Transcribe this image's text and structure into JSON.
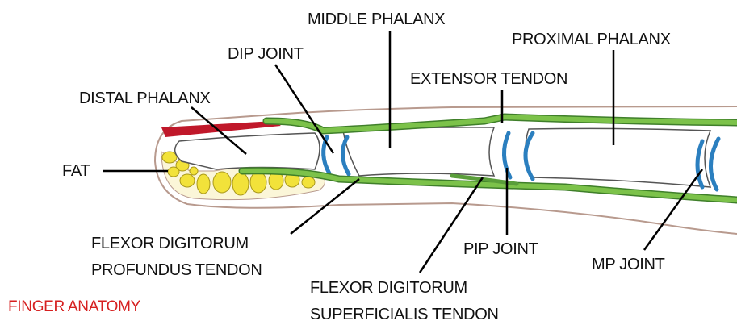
{
  "title": "FINGER ANATOMY",
  "labels": {
    "middle_phalanx": "MIDDLE PHALANX",
    "proximal_phalanx": "PROXIMAL PHALANX",
    "dip_joint": "DIP JOINT",
    "extensor_tendon": "EXTENSOR TENDON",
    "distal_phalanx": "DISTAL PHALANX",
    "fat": "FAT",
    "fdp_line1": "FLEXOR DIGITORUM",
    "fdp_line2": "PROFUNDUS TENDON",
    "pip_joint": "PIP JOINT",
    "mp_joint": "MP JOINT",
    "fds_line1": "FLEXOR DIGITORUM",
    "fds_line2": "SUPERFICIALIS TENDON"
  },
  "colors": {
    "title": "#d62020",
    "nail": "#c0182a",
    "tendon": "#7cc24a",
    "tendon_edge": "#3f7f2a",
    "joint_cartilage": "#2b7fbf",
    "fat": "#f2e23a",
    "skin_outline": "#b89a8e",
    "bone_outline": "#555555"
  }
}
